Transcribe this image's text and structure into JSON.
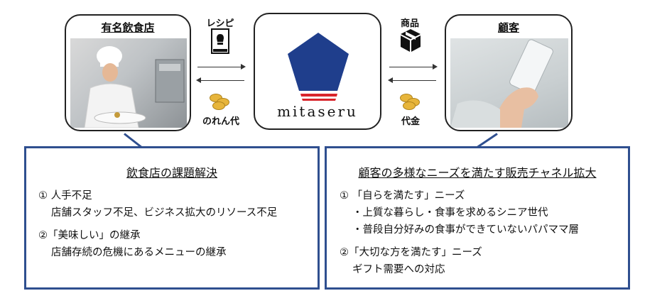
{
  "left_card": {
    "title": "有名飲食店"
  },
  "right_card": {
    "title": "顧客"
  },
  "center_card": {
    "logo_text": "mitaseru"
  },
  "left_flow": {
    "top_label": "レシピ",
    "bottom_label": "のれん代"
  },
  "right_flow": {
    "top_label": "商品",
    "bottom_label": "代金"
  },
  "left_panel": {
    "title": "飲食店の課題解決",
    "lines": [
      "①  人手不足",
      "店舗スタッフ不足、ビジネス拡大のリソース不足",
      "②「美味しい」の継承",
      "店舗存続の危機にあるメニューの継承"
    ]
  },
  "right_panel": {
    "title": "顧客の多様なニーズを満たす販売チャネル拡大",
    "lines": [
      "① 「自らを満たす」ニーズ",
      "・上質な暮らし・食事を求めるシニア世代",
      "・普段自分好みの食事ができていないパパママ層",
      "②「大切な方を満たす」ニーズ",
      "ギフト需要への対応"
    ]
  },
  "colors": {
    "accent": "#2f4f8f",
    "logo_blue": "#1f3e8c",
    "logo_red": "#d9242b",
    "coin": "#e7b53b"
  },
  "icons": [
    "recipe-book-icon",
    "coins-icon",
    "package-icon",
    "coins-icon"
  ]
}
